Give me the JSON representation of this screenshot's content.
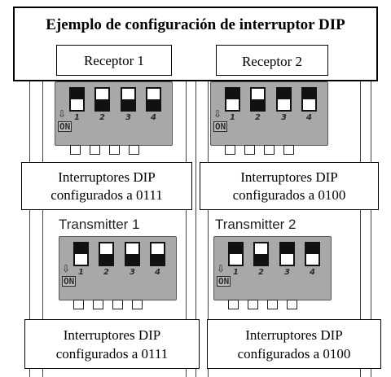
{
  "title": "Ejemplo de configuración de interruptor DIP",
  "receivers": [
    {
      "label": "Receptor 1",
      "switches": [
        "up",
        "down",
        "down",
        "down"
      ],
      "caption_line1": "Interruptores DIP",
      "caption_line2": "configurados a 0111"
    },
    {
      "label": "Receptor 2",
      "switches": [
        "up",
        "down",
        "up",
        "up"
      ],
      "caption_line1": "Interruptores DIP",
      "caption_line2": "configurados a 0100"
    }
  ],
  "transmitters": [
    {
      "label": "Transmitter 1",
      "switches": [
        "up",
        "down",
        "down",
        "down"
      ],
      "caption_line1": "Interruptores DIP",
      "caption_line2": "configurados a 0111"
    },
    {
      "label": "Transmitter 2",
      "switches": [
        "up",
        "down",
        "up",
        "up"
      ],
      "caption_line1": "Interruptores DIP",
      "caption_line2": "configurados a 0100"
    }
  ],
  "switch_numbers": [
    "1",
    "2",
    "3",
    "4"
  ],
  "on_label": "ON",
  "arrow_glyph": "⇩"
}
